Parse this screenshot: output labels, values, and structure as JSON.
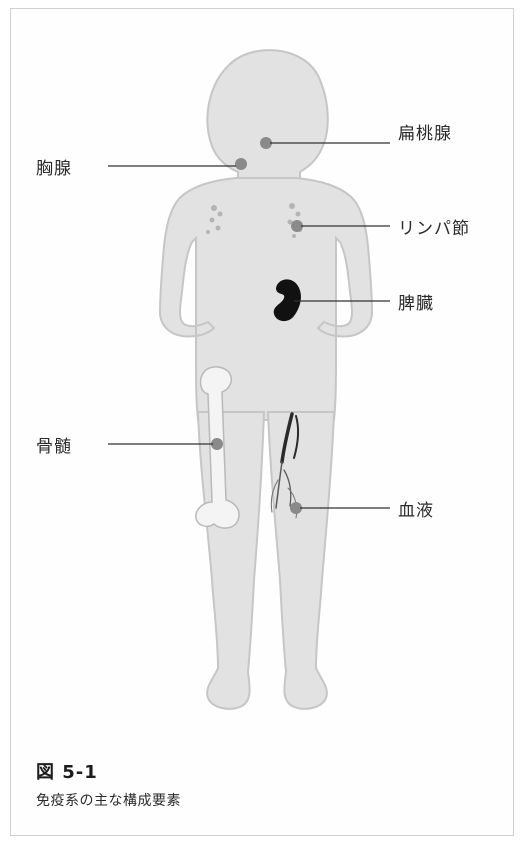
{
  "labels": {
    "tonsil": "扁桃腺",
    "thymus": "胸腺",
    "lymph_node": "リンパ節",
    "spleen": "脾臓",
    "bone_marrow": "骨髄",
    "blood": "血液"
  },
  "caption": {
    "number": "図 5-1",
    "text": "免疫系の主な構成要素"
  },
  "colors": {
    "body_fill": "#e2e2e2",
    "body_outline": "#c6c6c6",
    "organ_dot": "#8a8a8a",
    "spleen": "#111111",
    "leader_line": "#333333"
  }
}
